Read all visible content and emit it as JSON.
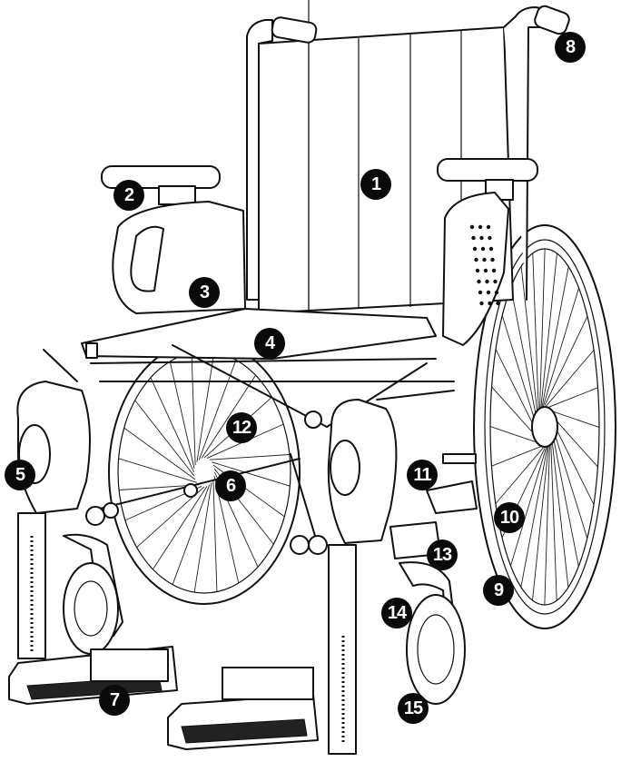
{
  "callouts": [
    {
      "id": "c1",
      "label": "1"
    },
    {
      "id": "c2",
      "label": "2"
    },
    {
      "id": "c3",
      "label": "3"
    },
    {
      "id": "c4",
      "label": "4"
    },
    {
      "id": "c5",
      "label": "5"
    },
    {
      "id": "c6",
      "label": "6"
    },
    {
      "id": "c7",
      "label": "7"
    },
    {
      "id": "c8",
      "label": "8"
    },
    {
      "id": "c9",
      "label": "9"
    },
    {
      "id": "c10",
      "label": "10"
    },
    {
      "id": "c11",
      "label": "11"
    },
    {
      "id": "c12",
      "label": "12"
    },
    {
      "id": "c13",
      "label": "13"
    },
    {
      "id": "c14",
      "label": "14"
    },
    {
      "id": "c15",
      "label": "15"
    }
  ],
  "colors": {
    "line": "#111111",
    "marker_fill": "#0a0a0a",
    "marker_text": "#ffffff",
    "background": "#ffffff"
  }
}
